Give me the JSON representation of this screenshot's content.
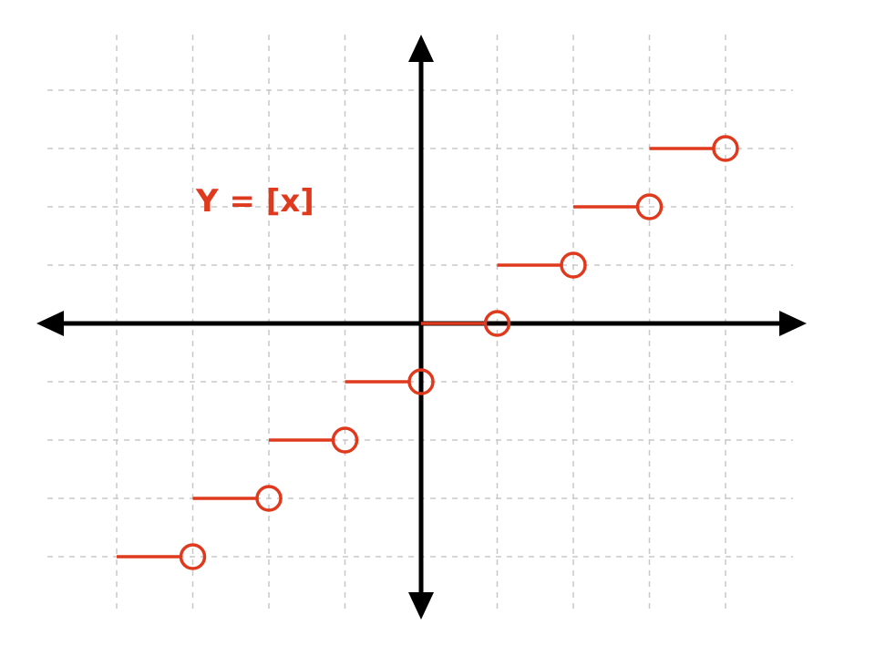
{
  "chart_data": {
    "type": "line",
    "title": "Y = [x]",
    "xlabel": "",
    "ylabel": "",
    "xlim": [
      -5,
      5
    ],
    "ylim": [
      -4,
      4
    ],
    "grid": true,
    "legend": "none",
    "series": [
      {
        "segments": [
          {
            "x": [
              -4,
              -3
            ],
            "y": [
              -4,
              -4
            ],
            "open_end": true
          },
          {
            "x": [
              -3,
              -2
            ],
            "y": [
              -3,
              -3
            ],
            "open_end": true
          },
          {
            "x": [
              -2,
              -1
            ],
            "y": [
              -2,
              -2
            ],
            "open_end": true
          },
          {
            "x": [
              -1,
              0
            ],
            "y": [
              -1,
              -1
            ],
            "open_end": true
          },
          {
            "x": [
              0,
              1
            ],
            "y": [
              0,
              0
            ],
            "open_end": true
          },
          {
            "x": [
              1,
              2
            ],
            "y": [
              1,
              1
            ],
            "open_end": true
          },
          {
            "x": [
              2,
              3
            ],
            "y": [
              2,
              2
            ],
            "open_end": true
          },
          {
            "x": [
              3,
              4
            ],
            "y": [
              3,
              3
            ],
            "open_end": true
          }
        ]
      }
    ]
  },
  "colors": {
    "series": "#e03a1e",
    "axis": "#000000",
    "grid": "#c8c8c8",
    "background": "#ffffff"
  }
}
